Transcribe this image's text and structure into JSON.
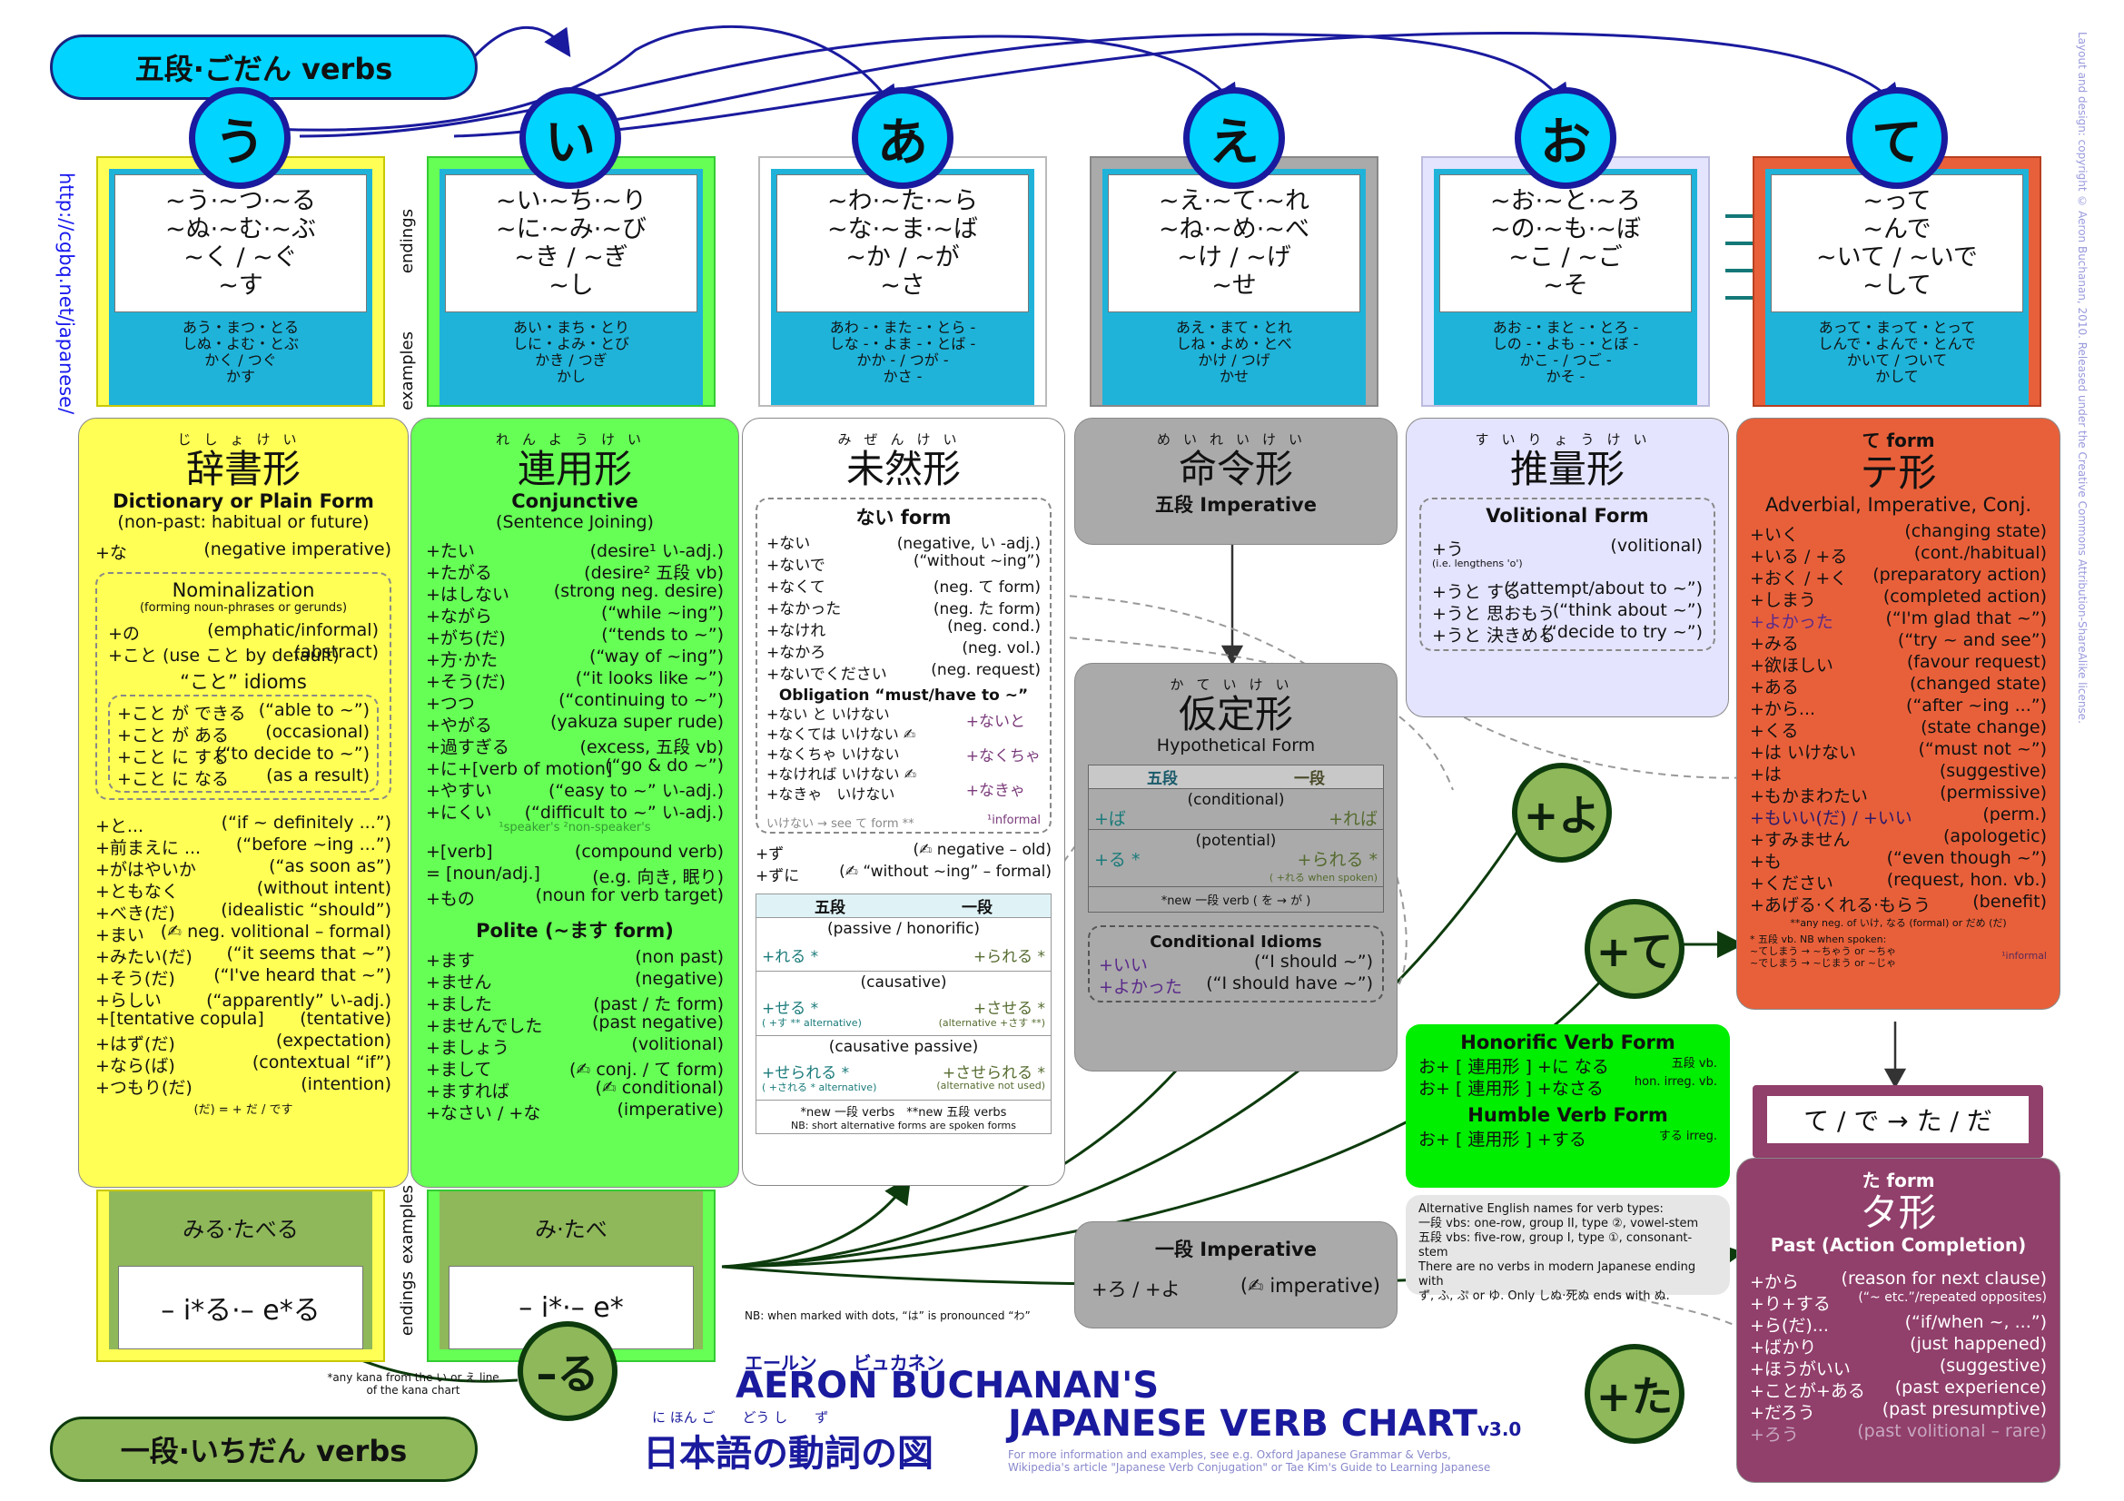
{
  "header": {
    "godan": "五段·ごだん verbs",
    "ichidan": "一段·いちだん verbs"
  },
  "kana": [
    "う",
    "い",
    "あ",
    "え",
    "お",
    "て"
  ],
  "side_url": "http://cgbq.net/japanese/",
  "side_credit": "Layout and design: copyright © Aeron Buchanan, 2010. Released under the Creative Commons Attribution-ShareAlike license.",
  "side_labels": {
    "endings": "endings",
    "examples": "examples"
  },
  "endings": [
    {
      "lines": [
        "~う·~つ·~る",
        "~ぬ·~む·~ぶ",
        "~く / ~ぐ",
        "~す"
      ],
      "ex": [
        "あう・まつ・とる",
        "しぬ・よむ・とぶ",
        "かく / つぐ",
        "かす"
      ]
    },
    {
      "lines": [
        "~い·~ち·~り",
        "~に·~み·~び",
        "~き / ~ぎ",
        "~し"
      ],
      "ex": [
        "あい・まち・とり",
        "しに・よみ・とび",
        "かき / つぎ",
        "かし"
      ]
    },
    {
      "lines": [
        "~わ·~た·~ら",
        "~な·~ま·~ば",
        "~か / ~が",
        "~さ"
      ],
      "ex": [
        "あわ -・また -・とら -",
        "しな -・よま -・とば -",
        "かか - / つが -",
        "かさ -"
      ]
    },
    {
      "lines": [
        "~え·~て·~れ",
        "~ね·~め·~べ",
        "~け / ~げ",
        "~せ"
      ],
      "ex": [
        "あえ・まて・とれ",
        "しね・よめ・とべ",
        "かけ / つげ",
        "かせ"
      ]
    },
    {
      "lines": [
        "~お·~と·~ろ",
        "~の·~も·~ぼ",
        "~こ / ~ご",
        "~そ"
      ],
      "ex": [
        "あお -・まと -・とろ -",
        "しの -・よも -・とぼ -",
        "かこ - / つご -",
        "かそ -"
      ]
    },
    {
      "lines": [
        "~って",
        "~んで",
        "~いて / ~いで",
        "~して"
      ],
      "ex": [
        "あって・まって・とって",
        "しんで・よんで・とんで",
        "かいて / ついて",
        "かして"
      ]
    }
  ],
  "col1": {
    "ruby": "じしょけい",
    "kanji": "辞書形",
    "title": "Dictionary or Plain Form",
    "sub": "(non-past: habitual or future)",
    "top": [
      [
        "+な",
        "(negative imperative)"
      ]
    ],
    "nom_title": "Nominalization",
    "nom_sub": "(forming noun-phrases or gerunds)",
    "nom": [
      [
        "+の",
        "(emphatic/informal)"
      ],
      [
        "+こと (use こと by default)",
        "(abstract)"
      ]
    ],
    "idioms_title": "“こと” idioms",
    "idioms": [
      [
        "+こと が できる",
        "(“able to ~”)"
      ],
      [
        "+こと が ある",
        "(occasional)"
      ],
      [
        "+こと に する",
        "(“to decide to ~”)"
      ],
      [
        "+こと に なる",
        "(as a result)"
      ]
    ],
    "rows": [
      [
        "+と...",
        "(“if ~ definitely ...”)"
      ],
      [
        "+前まえに ...",
        "(“before ~ing ...”)"
      ],
      [
        "+がはやいか",
        "(“as soon as”)"
      ],
      [
        "+ともなく",
        "(without intent)"
      ],
      [
        "+べき(だ)",
        "(idealistic “should”)"
      ],
      [
        "+まい",
        "(✍ neg. volitional – formal)"
      ],
      [
        "+みたい(だ)",
        "(“it seems that ~”)"
      ],
      [
        "+そう(だ)",
        "(“I've heard that ~”)"
      ],
      [
        "+らしい",
        "(“apparently” い-adj.)"
      ],
      [
        "+[tentative copula]",
        "(tentative)"
      ],
      [
        "+はず(だ)",
        "(expectation)"
      ],
      [
        "+なら(ば)",
        "(contextual “if”)"
      ],
      [
        "+つもり(だ)",
        "(intention)"
      ]
    ],
    "foot": "(だ) = + だ / です"
  },
  "col2": {
    "ruby": "れんようけい",
    "kanji": "連用形",
    "title": "Conjunctive",
    "sub": "(Sentence Joining)",
    "rows": [
      [
        "+たい",
        "(desire¹ い-adj.)"
      ],
      [
        "+たがる",
        "(desire² 五段 vb)"
      ],
      [
        "+はしない",
        "(strong neg. desire)"
      ],
      [
        "+ながら",
        "(“while ~ing”)"
      ],
      [
        "+がち(だ)",
        "(“tends to ~”)"
      ],
      [
        "+方·かた",
        "(“way of ~ing”)"
      ],
      [
        "+そう(だ)",
        "(“it looks like ~”)"
      ],
      [
        "+つつ",
        "(“continuing to ~”)"
      ],
      [
        "+やがる",
        "(yakuza super rude)"
      ],
      [
        "+過すぎる",
        "(excess, 五段 vb)"
      ],
      [
        "+に+[verb of motion]",
        "(“go & do ~”)"
      ],
      [
        "+やすい",
        "(“easy to ~” い-adj.)"
      ],
      [
        "+にくい",
        "(“difficult to ~” い-adj.)"
      ]
    ],
    "note": "¹speaker's ²non-speaker's",
    "rows2": [
      [
        "+[verb]",
        "(compound verb)"
      ],
      [
        "= [noun/adj.]",
        "(e.g. 向き, 眠り)"
      ],
      [
        "+もの",
        "(noun for verb target)"
      ]
    ],
    "polite_title": "Polite (~ます form)",
    "polite": [
      [
        "+ます",
        "(non past)"
      ],
      [
        "+ません",
        "(negative)"
      ],
      [
        "+ました",
        "(past / た form)"
      ],
      [
        "+ませんでした",
        "(past negative)"
      ],
      [
        "+ましょう",
        "(volitional)"
      ],
      [
        "+まして",
        "(✍ conj. / て form)"
      ],
      [
        "+ますれば",
        "(✍ conditional)"
      ],
      [
        "+なさい / +な",
        "(imperative)"
      ]
    ]
  },
  "col3": {
    "ruby": "みぜんけい",
    "kanji": "未然形",
    "nai_title": "ない form",
    "nai": [
      [
        "+ない",
        "(negative, い -adj.)"
      ],
      [
        "+ないで",
        "(“without ~ing”)"
      ],
      [
        "+なくて",
        "(neg. て form)"
      ],
      [
        "+なかった",
        "(neg. た form)"
      ],
      [
        "+なけれ",
        "(neg. cond.)"
      ],
      [
        "+なかろ",
        "(neg. vol.)"
      ],
      [
        "+ないでください",
        "(neg. request)"
      ]
    ],
    "oblig_title": "Obligation “must/have to ~”",
    "oblig": [
      "+ない と いけない",
      "+なくては いけない ✍",
      "+なくちゃ いけない",
      "+なければ いけない ✍",
      "+なきゃ　いけない"
    ],
    "oblig_alt": [
      "+ないと",
      "+なくちゃ",
      "+なきゃ"
    ],
    "oblig_note": "いけない → see て form **",
    "oblig_inf": "¹informal",
    "zu": [
      [
        "+ず",
        "(✍ negative – old)"
      ],
      [
        "+ずに",
        "(✍ “without ~ing” – formal)"
      ]
    ],
    "table_head": [
      "五段",
      "一段"
    ],
    "passive": "(passive / honorific)",
    "pass_l": "+れる *",
    "pass_r": "+られる *",
    "causative": "(causative)",
    "caus_l": "+せる *",
    "caus_r": "+させる *",
    "caus_note_l": "( +す ** alternative)",
    "caus_note_r": "(alternative +さす **)",
    "cpassive": "(causative passive)",
    "cp_l": "+せられる *",
    "cp_r": "+させられる *",
    "cp_note_l": "( +される * alternative)",
    "cp_note_r": "(alternative not used)",
    "foot1": "*new 一段 verbs　**new 五段 verbs",
    "foot2": "NB: short alternative forms are spoken forms"
  },
  "col4": {
    "ruby": "めいれいけい",
    "kanji": "命令形",
    "title": "五段 Imperative",
    "hyp_ruby": "かていけい",
    "hyp_kanji": "仮定形",
    "hyp_title": "Hypothetical Form",
    "tbl_head": [
      "五段",
      "一段"
    ],
    "cond": "(conditional)",
    "cond_l": "+ば",
    "cond_r": "+れば",
    "pot": "(potential)",
    "pot_l": "+る *",
    "pot_r": "+られる *",
    "pot_note": "( +れる when spoken)",
    "foot": "*new 一段 verb ( を → が )",
    "idiom_title": "Conditional Idioms",
    "idioms": [
      [
        "+いい",
        "(“I should ~”)"
      ],
      [
        "+よかった",
        "(“I should have ~”)"
      ]
    ],
    "ichi_title": "一段 Imperative",
    "ichi_row": [
      "+ろ / +よ",
      "(✍ imperative)"
    ]
  },
  "col5": {
    "ruby": "すいりょうけい",
    "kanji": "推量形",
    "title": "Volitional Form",
    "rows": [
      [
        "+う",
        "(volitional)"
      ]
    ],
    "note": "(i.e. lengthens 'o')",
    "rows2": [
      [
        "+うと する",
        "(“attempt/about to ~”)"
      ],
      [
        "+うと 思おもう",
        "(“think about ~”)"
      ],
      [
        "+うと 決きめる",
        "(“decide to try ~”)"
      ]
    ],
    "hon_title": "Honorific Verb Form",
    "hon": [
      [
        "お+ [ 連用形 ] +に なる",
        "五段 vb."
      ],
      [
        "お+ [ 連用形 ] +なさる",
        "hon. irreg. vb."
      ]
    ],
    "hum_title": "Humble Verb Form",
    "hum": [
      [
        "お+ [ 連用形 ] +する",
        "する irreg."
      ]
    ],
    "alt": [
      "Alternative English names for verb types:",
      "一段 vbs: one-row, group II, type ②, vowel-stem",
      "五段 vbs: five-row, group I, type ①, consonant-stem",
      "There are no verbs in modern Japanese ending with",
      "ず, ふ, ぷ or ゆ. Only しぬ·死ぬ ends with ぬ."
    ]
  },
  "col6": {
    "ruby": "て form",
    "kanji": "テ形",
    "sub": "Adverbial, Imperative, Conj.",
    "rows": [
      [
        "+いく",
        "(changing state)"
      ],
      [
        "+いる / +る",
        "(cont./habitual)"
      ],
      [
        "+おく / +く",
        "(preparatory action)"
      ],
      [
        "+しまう",
        "(completed action)"
      ],
      [
        "+よかった",
        "(“I'm glad that ~”)"
      ],
      [
        "+みる",
        "(“try ~ and see”)"
      ],
      [
        "+欲ほしい",
        "(favour request)"
      ],
      [
        "+ある",
        "(changed state)"
      ],
      [
        "+から...",
        "(“after ~ing ...”)"
      ],
      [
        "+くる",
        "(state change)"
      ],
      [
        "+は いけない",
        "(“must not ~”)"
      ],
      [
        "+は",
        "(suggestive)"
      ],
      [
        "+もかまわたい",
        "(permissive)"
      ],
      [
        "+もいい(だ) / +いい",
        "(perm.)"
      ],
      [
        "+すみません",
        "(apologetic)"
      ],
      [
        "+も",
        "(“even though ~”)"
      ],
      [
        "+ください",
        "(request, hon. vb.)"
      ],
      [
        "+あげる·くれる·もらう",
        "(benefit)"
      ]
    ],
    "note": "**any neg. of いけ, なる (formal) or だめ (だ)",
    "note2": [
      "* 五段 vb. NB when spoken:",
      "~てしまう → ~ちゃう or ~ちゃ",
      "~でしまう → ~じまう or ~じゃ"
    ],
    "inf": "¹informal"
  },
  "tedeta": "て / で → た / だ",
  "col7": {
    "ruby": "た form",
    "kanji": "タ形",
    "title": "Past (Action Completion)",
    "rows": [
      [
        "+から",
        "(reason for next clause)"
      ],
      [
        "+り+する",
        "(“~ etc.”/repeated opposites)"
      ],
      [
        "+ら(だ)...",
        "(“if/when ~, ...”)"
      ],
      [
        "+ばかり",
        "(just happened)"
      ],
      [
        "+ほうがいい",
        "(suggestive)"
      ],
      [
        "+ことが+ある",
        "(past experience)"
      ],
      [
        "+だろう",
        "(past presumptive)"
      ],
      [
        "+ろう",
        "(past volitional – rare)"
      ]
    ]
  },
  "bottom": {
    "ex1": "みる·たべる",
    "end1": "– i*る·– e*る",
    "ex2": "み·たべ",
    "end2": "– i*·– e*",
    "any_kana": "*any kana from the い or え line of the kana chart",
    "nb_wa": "NB: when marked with dots, “は” is pronounced “わ”"
  },
  "circles": {
    "ru": "–る",
    "yo": "+よ",
    "te": "+て",
    "ta": "+た"
  },
  "title": {
    "ruby1": "エールン　　ビュカネン",
    "line1": "AERON BUCHANAN'S",
    "ruby2": "に ほん ご　　どう し　　ず",
    "line2": "日本語の動詞の図",
    "line3": "JAPANESE VERB CHART",
    "ver": "v3.0",
    "more": [
      "For more information and examples, see e.g. Oxford Japanese Grammar & Verbs,",
      "Wikipedia's article \"Japanese Verb Conjugation\" or Tae Kim's Guide to Learning Japanese"
    ]
  },
  "colors": {
    "yellow": "#ffff55",
    "green": "#66ff55",
    "gray": "#aaaaaa",
    "lav": "#e4e4ff",
    "orange": "#e8603a",
    "plum": "#913f6b",
    "cyan": "#00d4ff",
    "olive": "#8fb85a"
  }
}
